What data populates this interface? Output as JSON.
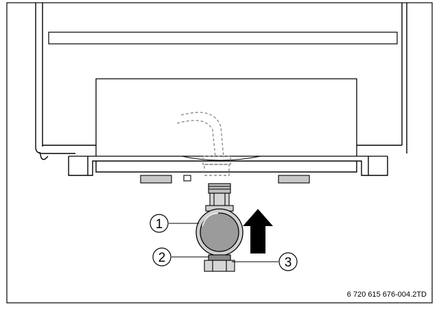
{
  "callouts": [
    {
      "id": "1",
      "label": "1"
    },
    {
      "id": "2",
      "label": "2"
    },
    {
      "id": "3",
      "label": "3"
    }
  ],
  "figure_code": "6 720 615 676-004.2TD",
  "colors": {
    "line": "#000000",
    "dashed": "#8c8c8c",
    "valve_fill": "#9b9b9b",
    "metal_fill": "#bdbdbd",
    "arrow": "#000000"
  }
}
